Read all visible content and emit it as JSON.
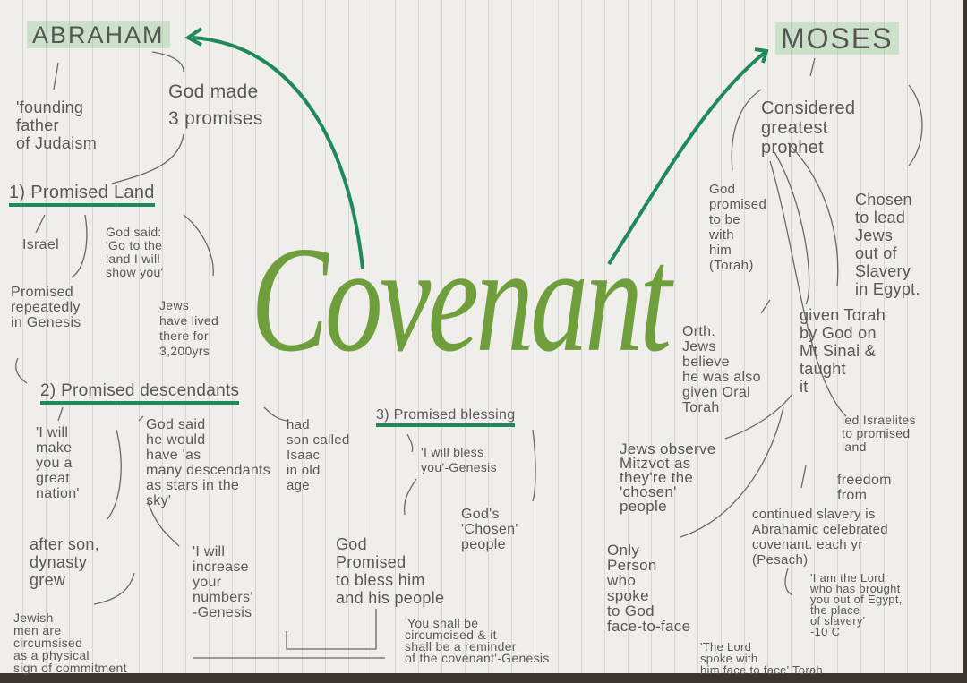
{
  "title": "Covenant",
  "colors": {
    "accent_green": "#1e8a5a",
    "title_green": "#6f9f3c",
    "ink": "#5a5856"
  },
  "abraham": {
    "heading": "ABRAHAM",
    "founding": "'founding\nfather\nof Judaism",
    "promises": "God made\n3 promises",
    "p1": {
      "heading": "1) Promised Land",
      "israel": "Israel",
      "god_said": "God said:\n'Go to the\nland I will\nshow you'",
      "repeated": "Promised\nrepeatedly\nin Genesis",
      "lived": "Jews\nhave lived\nthere for\n3,200yrs"
    },
    "p2": {
      "heading": "2) Promised descendants",
      "nation": "'I will\nmake\nyou a\ngreat\nnation'",
      "stars": "God said\nhe would\nhave 'as\nmany descendants\nas stars in the\nsky'",
      "isaac": "had\nson called\nIsaac\nin old\nage",
      "dynasty": "after son,\ndynasty\ngrew",
      "circumcised": "Jewish\nmen are\ncircumsised\nas a physical\nsign of commitment",
      "increase": "'I will\nincrease\nyour\nnumbers'\n-Genesis"
    },
    "p3": {
      "heading": "3) Promised blessing",
      "bless": "'I will bless\nyou'-Genesis",
      "chosen": "God's\n'Chosen'\npeople",
      "god_promised": "God\nPromised\nto bless him\nand his people",
      "reminder": "'You shall be\ncircumcised & it\nshall be a reminder\nof the covenant'-Genesis"
    }
  },
  "moses": {
    "heading": "MOSES",
    "prophet": "Considered\ngreatest\nprophet",
    "with_him": "God\npromised\nto be\nwith\nhim\n(Torah)",
    "chosen_lead": "Chosen\nto lead\nJews\nout of\nSlavery\nin Egypt.",
    "torah": "given Torah\nby God on\nMt Sinai &\ntaught\nit",
    "oral": "Orth.\nJews\nbelieve\nhe was also\ngiven Oral\nTorah",
    "led": "led Israelites\nto promised\nland",
    "mitzvot": "Jews observe\nMitzvot as\nthey're the\n'chosen'\npeople",
    "freedom": "freedom\nfrom",
    "continued": "continued slavery is\nAbrahamic celebrated\ncovenant.   each yr\n(Pesach)",
    "only": "Only\nPerson\nwho\nspoke\nto God\nface-to-face",
    "lord_spoke": "'The Lord\nspoke with\nhim face to face' Torah",
    "quote": "'I am the Lord\nwho has brought\nyou out of Egypt,\nthe place\nof slavery'\n-10 C"
  }
}
